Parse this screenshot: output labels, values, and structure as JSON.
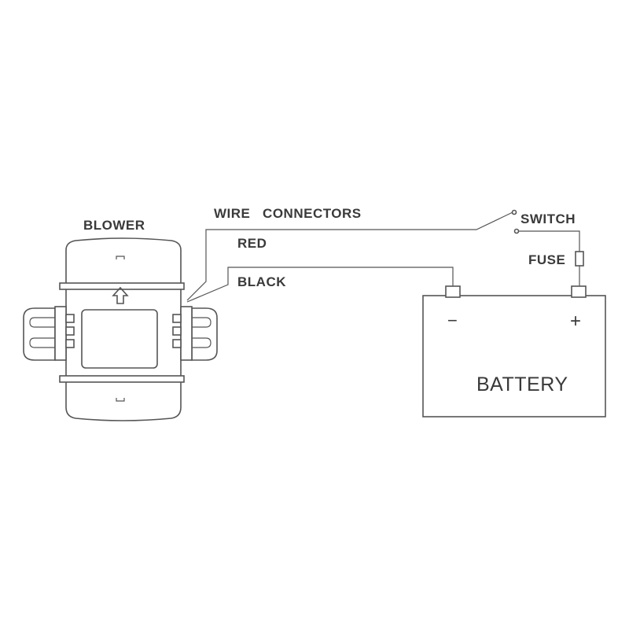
{
  "labels": {
    "blower": "BLOWER",
    "wire_connectors": "WIRE   CONNECTORS",
    "red": "RED",
    "black": "BLACK",
    "switch": "SWITCH",
    "fuse": "FUSE",
    "battery": "BATTERY",
    "negative": "−",
    "positive": "+"
  },
  "colors": {
    "line": "#555555",
    "text": "#3a3a3a",
    "background": "#ffffff"
  }
}
